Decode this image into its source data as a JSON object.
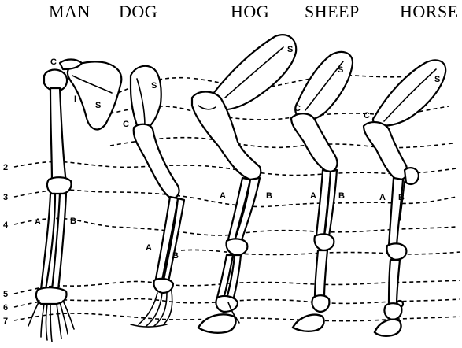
{
  "species": {
    "man": "MAN",
    "dog": "DOG",
    "hog": "HOG",
    "sheep": "SHEEP",
    "horse": "HORSE"
  },
  "bone_labels": {
    "coracoid": "C",
    "scapula": "S",
    "humerus_mark": "I",
    "radius": "A",
    "ulna": "B"
  },
  "level_numbers": {
    "l2": "2",
    "l3": "3",
    "l4": "4",
    "l5": "5",
    "l6": "6",
    "l7": "7"
  }
}
